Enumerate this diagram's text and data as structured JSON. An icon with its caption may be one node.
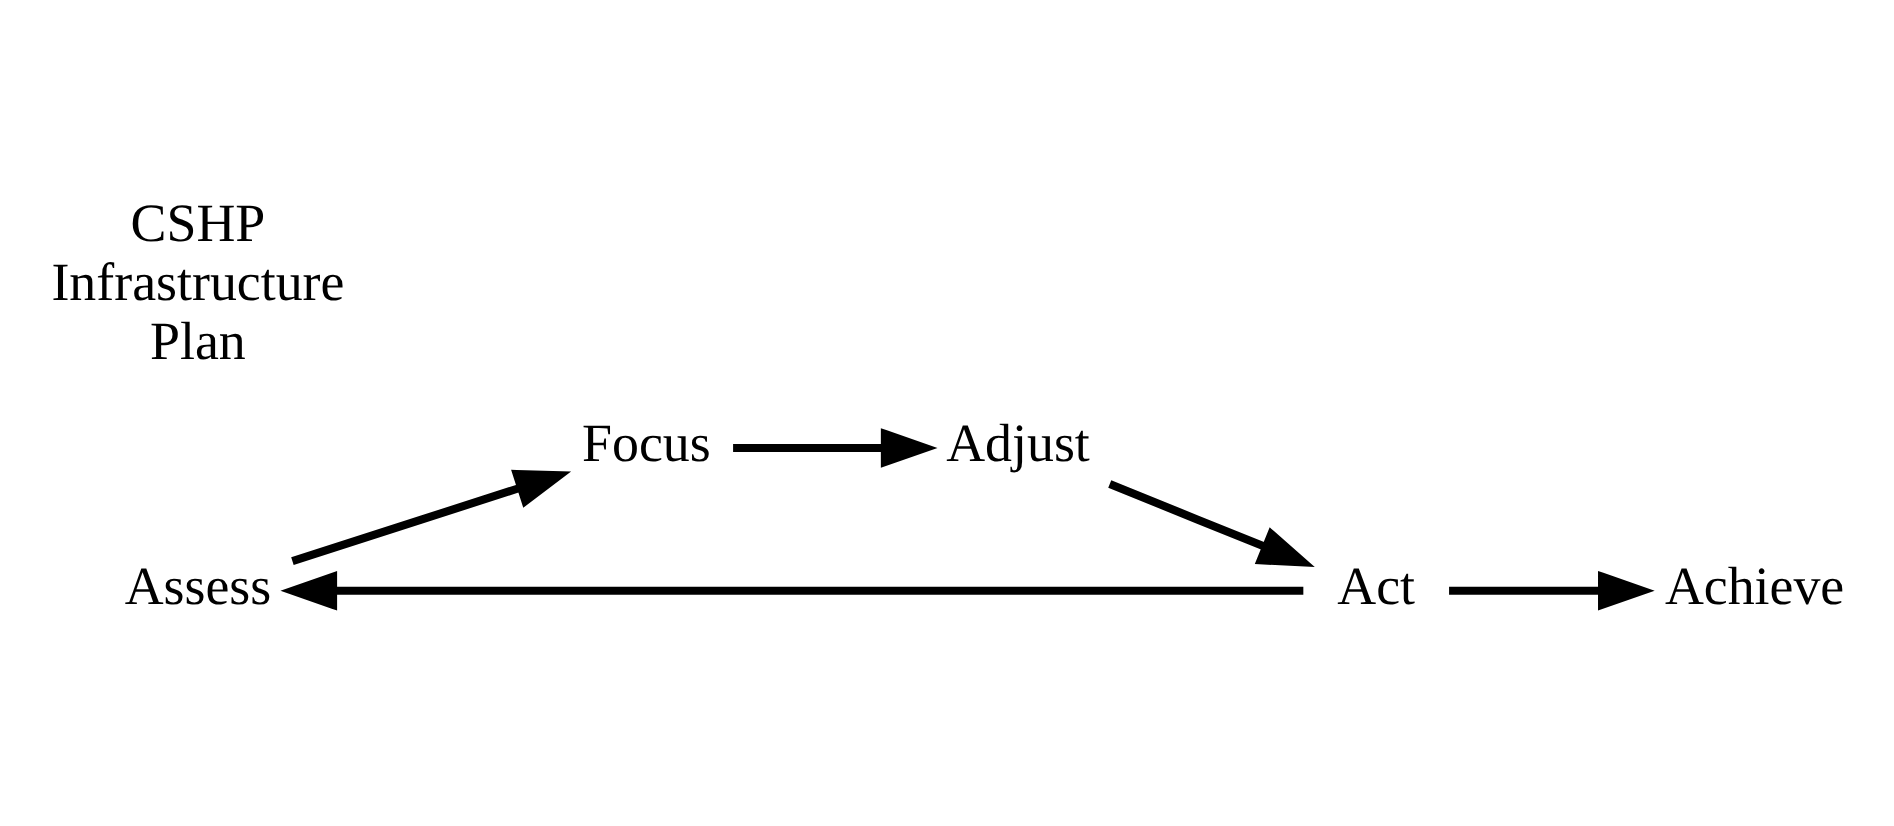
{
  "diagram": {
    "nodes": [
      {
        "text": [
          "Assess"
        ]
      },
      {
        "text": [
          "Achieve"
        ]
      },
      {
        "text": [
          "Focus"
        ]
      },
      {
        "text": [
          "Act"
        ]
      },
      {
        "text": [
          "Adjust"
        ]
      }
    ],
    "edges": [
      {
        "from": 0,
        "to": 2,
        "arrow": "to"
      },
      {
        "from": 2,
        "to": 4,
        "arrow": "to"
      },
      {
        "from": 4,
        "to": 3,
        "arrow": "to"
      },
      {
        "from": 3,
        "to": 0,
        "arrow": "to"
      },
      {
        "from": 3,
        "to": 1,
        "arrow": "to"
      }
    ],
    "labels": [
      "CSHP Infrastructure Plan"
    ]
  }
}
